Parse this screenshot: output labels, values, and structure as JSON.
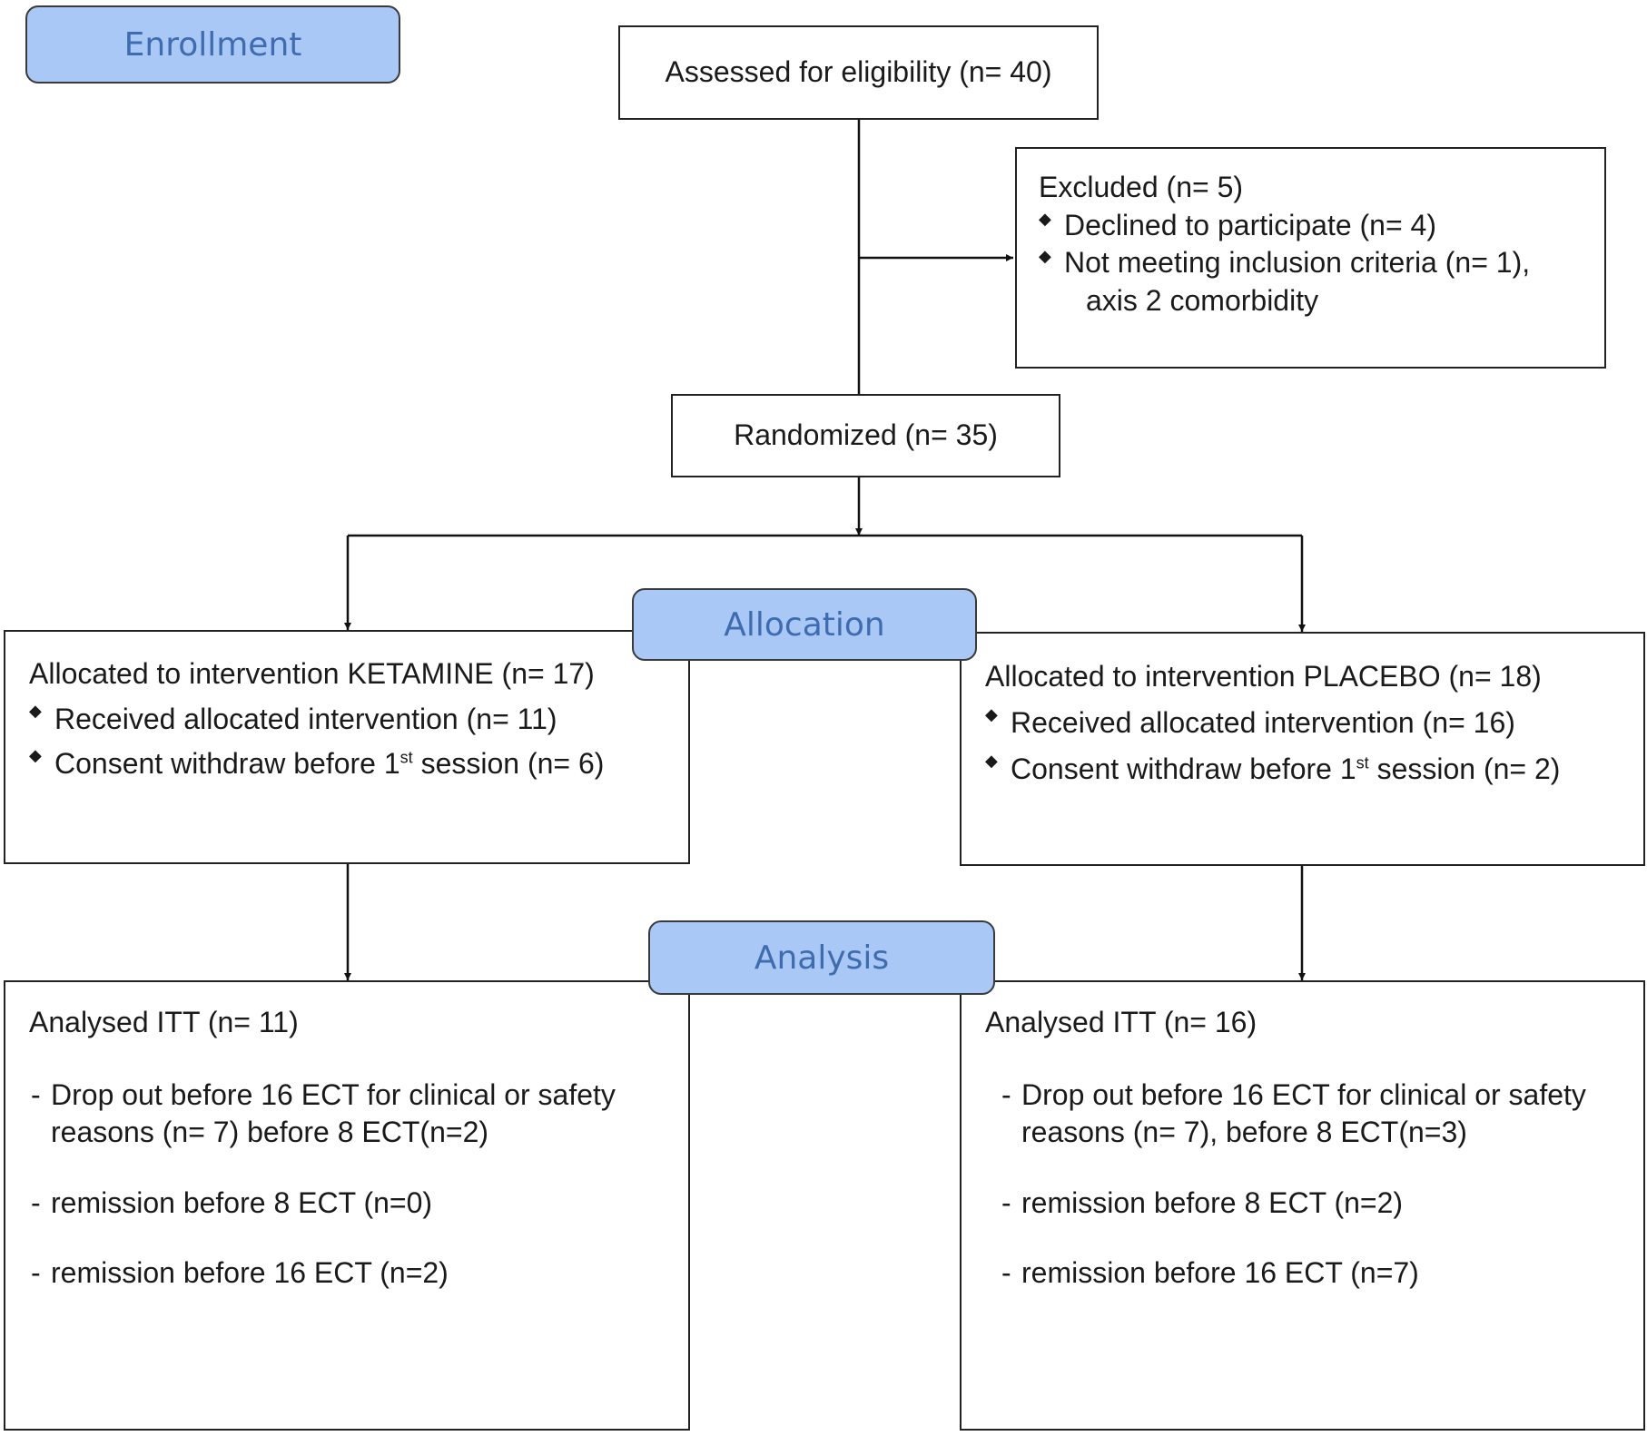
{
  "stages": {
    "enrollment": "Enrollment",
    "allocation": "Allocation",
    "analysis": "Analysis"
  },
  "assessed": "Assessed for eligibility (n= 40)",
  "excluded": {
    "title": "Excluded (n= 5)",
    "items": [
      "Declined to participate (n= 4)",
      "Not meeting inclusion criteria (n= 1),"
    ],
    "continuation": "axis 2 comorbidity"
  },
  "randomized": "Randomized (n= 35)",
  "ketamine": {
    "title": "Allocated to intervention KETAMINE (n= 17)",
    "received": "Received allocated intervention (n= 11)",
    "consent_pre": "Consent withdraw before 1",
    "consent_sup": "st",
    "consent_post": " session (n= 6)"
  },
  "placebo": {
    "title": "Allocated to intervention PLACEBO (n= 18)",
    "received": "Received allocated intervention (n= 16)",
    "consent_pre": "Consent withdraw before 1",
    "consent_sup": "st",
    "consent_post": " session (n= 2)"
  },
  "analysis_ketamine": {
    "title": "Analysed ITT (n= 11)",
    "items": [
      "Drop out before 16 ECT for clinical or safety reasons (n= 7) before 8 ECT(n=2)",
      "remission before 8 ECT (n=0)",
      "remission before 16 ECT (n=2)"
    ]
  },
  "analysis_placebo": {
    "title": "Analysed ITT (n= 16)",
    "items": [
      "Drop out before 16 ECT for clinical or safety reasons (n= 7), before 8 ECT(n=3)",
      "remission before 8 ECT (n=2)",
      "remission before 16 ECT (n=7)"
    ]
  }
}
